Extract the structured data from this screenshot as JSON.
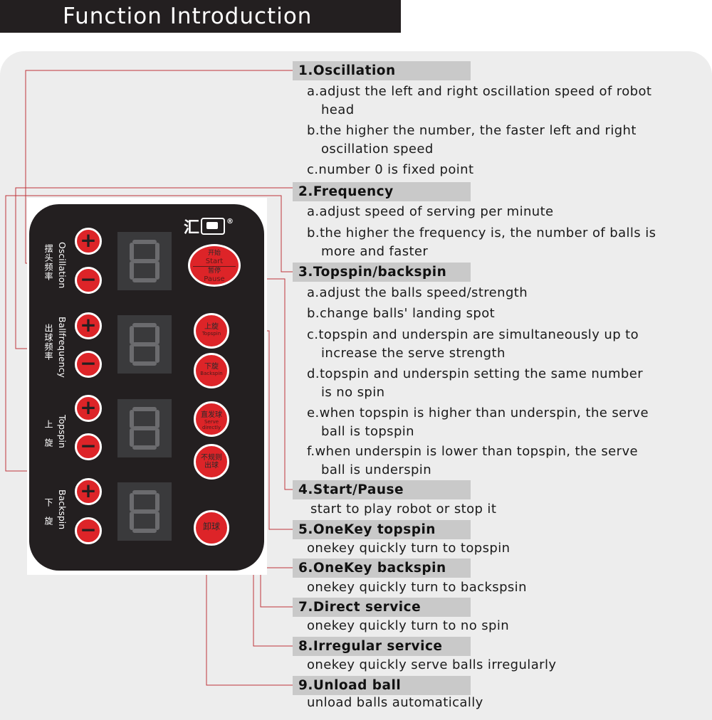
{
  "title": "Function Introduction",
  "colors": {
    "accent_red": "#dd2428",
    "remote_body": "#231f20",
    "header_bg": "#c9c9c9",
    "panel_bg": "#ededed"
  },
  "remote": {
    "logo_text": "汇",
    "logo_reg": "®",
    "labels": {
      "oscillation_en": "Oscillation",
      "oscillation_cn": "摆头频率",
      "ballfrequency_en": "Ballfrequency",
      "ballfrequency_cn": "出球频率",
      "topspin_en": "Topspin",
      "topspin_cn": "上旋",
      "backspin_en": "Backspin",
      "backspin_cn": "下旋"
    },
    "plus": "+",
    "minus": "−",
    "display_digit": "8",
    "buttons": {
      "start_cn": "开始",
      "start_en": "Start",
      "pause_cn": "暂停",
      "pause_en": "Pause",
      "topspin_cn": "上旋",
      "topspin_en": "Topspin",
      "backspin_cn": "下旋",
      "backspin_en": "Backspin",
      "direct_cn": "直发球",
      "direct_en": "Serve directly",
      "irregular_cn1": "不规则",
      "irregular_cn2": "出球",
      "unload_cn": "卸球"
    }
  },
  "sections": [
    {
      "heading": "1.Oscillation",
      "lines": [
        "a.adjust the left and right oscillation speed of robot",
        "head",
        "b.the higher the number, the faster left and right",
        "oscillation speed",
        "c.number 0 is fixed point"
      ]
    },
    {
      "heading": "2.Frequency",
      "lines": [
        "a.adjust speed of serving per minute",
        "b.the higher the frequency is, the number of balls is",
        "more and faster"
      ]
    },
    {
      "heading": "3.Topspin/backspin",
      "lines": [
        "a.adjust the balls speed/strength",
        "b.change balls' landing spot",
        "c.topspin and underspin are simultaneously up to",
        "increase the serve strength",
        "d.topspin and underspin setting the same number",
        "is no spin",
        "e.when topspin is higher than underspin, the serve",
        "ball is topspin",
        "f.when underspin is lower than topspin, the serve",
        "ball is underspin"
      ]
    },
    {
      "heading": "4.Start/Pause",
      "lines": [
        "start to play robot or stop it"
      ]
    },
    {
      "heading": "5.OneKey topspin",
      "lines": [
        "onekey quickly turn to topspin"
      ]
    },
    {
      "heading": "6.OneKey backspin",
      "lines": [
        "onekey quickly turn to backspsin"
      ]
    },
    {
      "heading": "7.Direct service",
      "lines": [
        "onekey quickly turn to no spin"
      ]
    },
    {
      "heading": "8.Irregular service",
      "lines": [
        "onekey quickly serve balls irregularly"
      ]
    },
    {
      "heading": "9.Unload ball",
      "lines": [
        "unload balls automatically"
      ]
    }
  ]
}
